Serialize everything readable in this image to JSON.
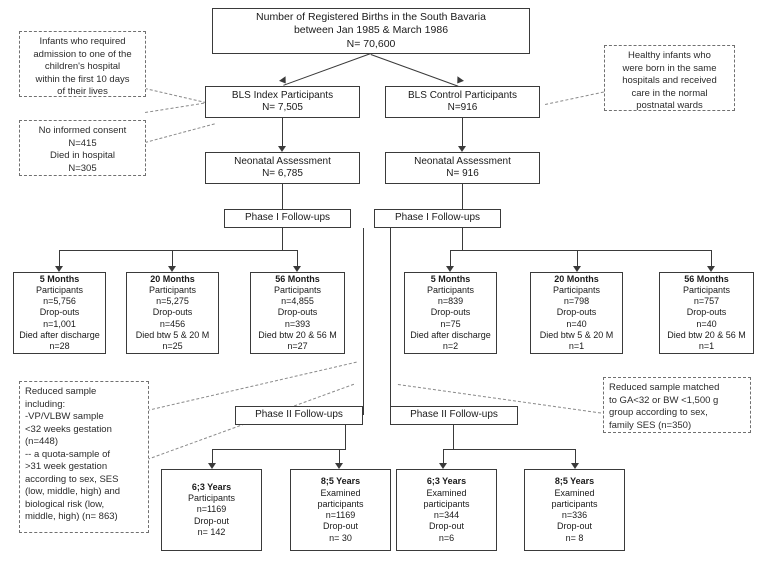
{
  "diagram": {
    "title_box": {
      "lines": [
        "Number of  Registered Births in the South Bavaria",
        "between Jan 1985 & March 1986",
        "N= 70,600"
      ]
    },
    "notes": {
      "index_inclusion": [
        "Infants who required",
        "admission to one of the",
        "children's hospital",
        "within the first 10 days",
        "of their lives"
      ],
      "index_exclusion": [
        "No informed consent",
        "N=415",
        "Died in hospital",
        "N=305"
      ],
      "control_inclusion": [
        "Healthy infants who",
        "were born in the same",
        "hospitals and received",
        "care in the normal",
        "postnatal wards"
      ],
      "phase2_index": [
        "Reduced sample",
        "including:",
        "-VP/VLBW sample",
        "<32 weeks gestation",
        "(n=448)",
        "-- a quota-sample of",
        ">31 week gestation",
        "according to sex, SES",
        "(low, middle, high) and",
        "biological risk (low,",
        "middle, high) (n= 863)"
      ],
      "phase2_control": [
        "Reduced sample matched",
        "to GA<32 or BW <1,500 g",
        "group according to sex,",
        "family SES (n=350)"
      ]
    },
    "index_arm": {
      "participants": {
        "lines": [
          "BLS Index Participants",
          "N= 7,505"
        ]
      },
      "neonatal": {
        "lines": [
          "Neonatal Assessment",
          "N= 6,785"
        ]
      },
      "phase1_label": "Phase I Follow-ups",
      "phase2_label": "Phase II Follow-ups",
      "phase1": [
        {
          "head": "5 Months",
          "lines": [
            "Participants",
            "n=5,756",
            "Drop-outs",
            "n=1,001",
            "Died after discharge",
            "n=28"
          ]
        },
        {
          "head": "20 Months",
          "lines": [
            "Participants",
            "n=5,275",
            "Drop-outs",
            "n=456",
            "Died btw 5 & 20 M",
            "n=25"
          ]
        },
        {
          "head": "56 Months",
          "lines": [
            "Participants",
            "n=4,855",
            "Drop-outs",
            "n=393",
            "Died btw 20 & 56 M",
            "n=27"
          ]
        }
      ],
      "phase2": [
        {
          "head": "6;3 Years",
          "lines": [
            "Participants",
            "n=1169",
            "Drop-out",
            "n= 142"
          ]
        },
        {
          "head": "8;5 Years",
          "lines": [
            "Examined",
            "participants",
            "n=1169",
            "Drop-out",
            "n= 30"
          ]
        }
      ]
    },
    "control_arm": {
      "participants": {
        "lines": [
          "BLS Control Participants",
          "N=916"
        ]
      },
      "neonatal": {
        "lines": [
          "Neonatal Assessment",
          "N= 916"
        ]
      },
      "phase1_label": "Phase I Follow-ups",
      "phase2_label": "Phase II Follow-ups",
      "phase1": [
        {
          "head": "5 Months",
          "lines": [
            "Participants",
            "n=839",
            "Drop-outs",
            "n=75",
            "Died after discharge",
            "n=2"
          ]
        },
        {
          "head": "20 Months",
          "lines": [
            "Participants",
            "n=798",
            "Drop-outs",
            "n=40",
            "Died btw 5 & 20 M",
            "n=1"
          ]
        },
        {
          "head": "56 Months",
          "lines": [
            "Participants",
            "n=757",
            "Drop-outs",
            "n=40",
            "Died btw 20 & 56 M",
            "n=1"
          ]
        }
      ],
      "phase2": [
        {
          "head": "6;3 Years",
          "lines": [
            "Examined",
            "participants",
            "n=344",
            "Drop-out",
            "n=6"
          ]
        },
        {
          "head": "8;5 Years",
          "lines": [
            "Examined",
            "participants",
            "n=336",
            "Drop-out",
            "n= 8"
          ]
        }
      ]
    },
    "colors": {
      "stroke": "#3a3a3a",
      "note_stroke": "#707070",
      "background": "#ffffff",
      "text": "#1a1a1a"
    }
  }
}
